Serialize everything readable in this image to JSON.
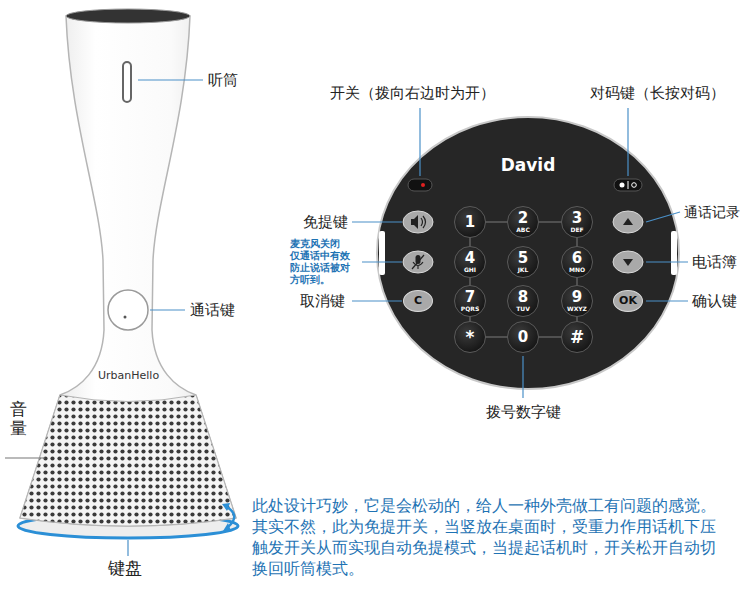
{
  "diagram": {
    "nodes": [
      {
        "text": [
          "David"
        ]
      },
      {
        "text": [
          "1"
        ],
        "in": 0
      },
      {
        "text": [
          "2",
          "ABC"
        ],
        "in": 0
      },
      {
        "text": [
          "3",
          "DEF"
        ],
        "in": 0
      },
      {
        "text": [
          "4",
          "GHI"
        ],
        "in": 0
      },
      {
        "text": [
          "5",
          "JKL"
        ],
        "in": 0
      },
      {
        "text": [
          "6",
          "MNO"
        ],
        "in": 0
      },
      {
        "text": [
          "C"
        ],
        "in": 0
      },
      {
        "text": [
          "7",
          "PQRS"
        ],
        "in": 0
      },
      {
        "text": [
          "8",
          "TUV"
        ],
        "in": 0
      },
      {
        "text": [
          "9",
          "WXYZ"
        ],
        "in": 0
      },
      {
        "text": [
          "OK"
        ],
        "in": 0
      },
      {
        "text": [
          "*"
        ],
        "in": 0
      },
      {
        "text": [
          "0"
        ],
        "in": 0
      },
      {
        "text": [
          "#"
        ],
        "in": 0
      }
    ],
    "labels": [
      "听筒",
      "通话键",
      "音量",
      "UrbanHello",
      "键盘",
      "此处设计巧妙，它是会松动的，给人一种外壳做工有问题的感觉。 其实不然，此为免提开关，当竖放在桌面时，受重力作用话机下压 触发开关从而实现自动免提模式，当提起话机时，开关松开自动切 换回听筒模式。",
      "开关（拨向右边时为开）",
      "对码键（长按对码）",
      "免提键",
      "麦克风关闭 仅通话中有效 防止说话被对 方听到。",
      "取消键",
      "通话记录",
      "电话簿",
      "确认键",
      "拨号数字键"
    ]
  }
}
